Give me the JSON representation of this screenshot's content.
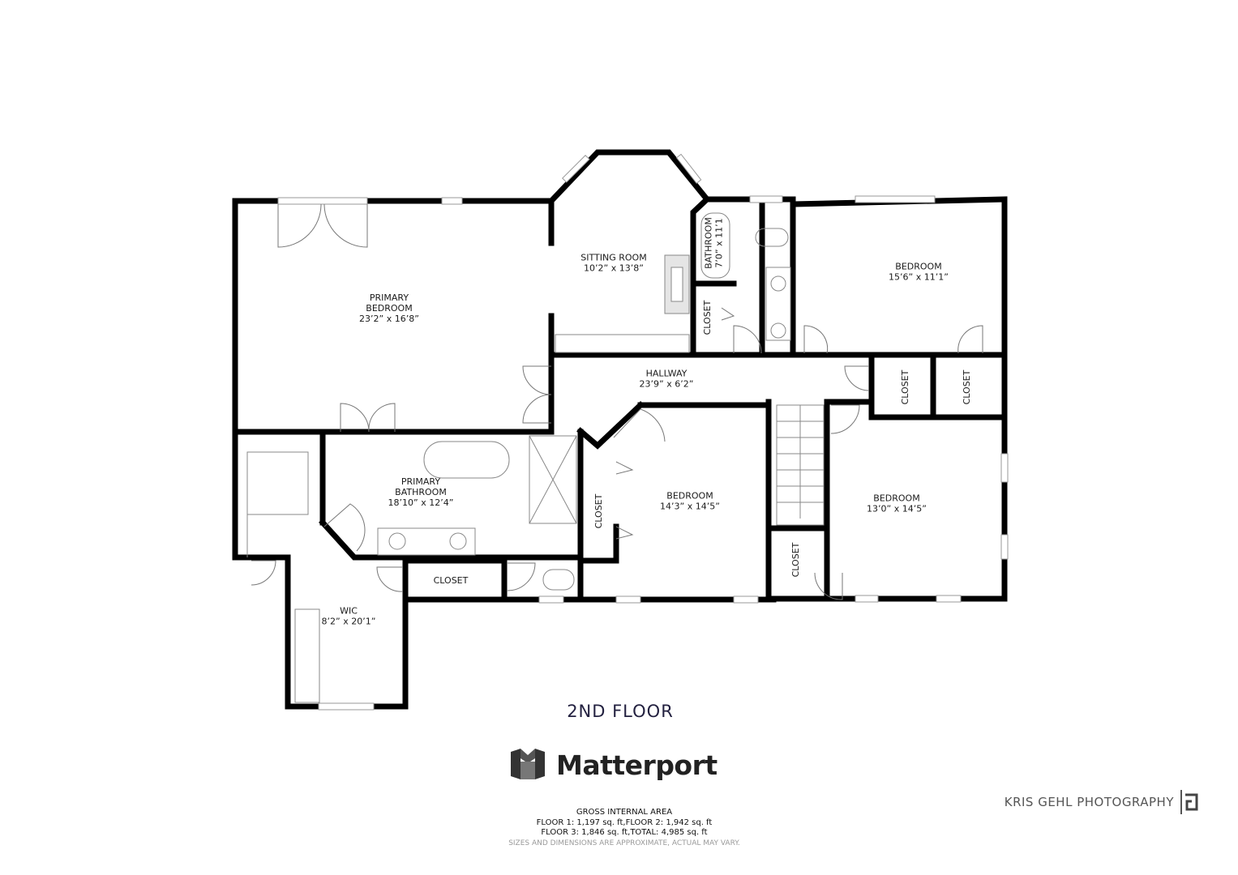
{
  "floor_title": "2ND FLOOR",
  "brand": {
    "name": "Matterport",
    "icon": "matterport-logo-icon"
  },
  "rooms": [
    {
      "id": "primary-bedroom",
      "name": [
        "PRIMARY",
        "BEDROOM"
      ],
      "dims": "23’2” x 16’8”"
    },
    {
      "id": "sitting-room",
      "name": [
        "SITTING ROOM"
      ],
      "dims": "10’2” x 13’8”"
    },
    {
      "id": "bathroom-small",
      "name": [
        "BATHROOM"
      ],
      "dims": "7’0” x 11’1"
    },
    {
      "id": "closet-a",
      "name": [
        "CLOSET"
      ],
      "dims": ""
    },
    {
      "id": "bedroom-ne",
      "name": [
        "BEDROOM"
      ],
      "dims": "15’6” x 11’1”"
    },
    {
      "id": "hallway",
      "name": [
        "HALLWAY"
      ],
      "dims": "23’9” x 6’2”"
    },
    {
      "id": "closet-b",
      "name": [
        "CLOSET"
      ],
      "dims": ""
    },
    {
      "id": "closet-c",
      "name": [
        "CLOSET"
      ],
      "dims": ""
    },
    {
      "id": "primary-bathroom",
      "name": [
        "PRIMARY",
        "BATHROOM"
      ],
      "dims": "18’10” x 12’4”"
    },
    {
      "id": "closet-d",
      "name": [
        "CLOSET"
      ],
      "dims": ""
    },
    {
      "id": "bedroom-center",
      "name": [
        "BEDROOM"
      ],
      "dims": "14’3” x 14’5”"
    },
    {
      "id": "bedroom-se",
      "name": [
        "BEDROOM"
      ],
      "dims": "13’0” x 14’5”"
    },
    {
      "id": "closet-e",
      "name": [
        "CLOSET"
      ],
      "dims": ""
    },
    {
      "id": "closet-f",
      "name": [
        "CLOSET"
      ],
      "dims": ""
    },
    {
      "id": "wic",
      "name": [
        "WIC"
      ],
      "dims": "8’2” x 20’1”"
    }
  ],
  "area": {
    "heading": "GROSS INTERNAL AREA",
    "line1": "FLOOR 1: 1,197 sq. ft,FLOOR 2: 1,942 sq. ft",
    "line2": "FLOOR 3: 1,846 sq. ft,TOTAL: 4,985 sq. ft",
    "note": "SIZES AND DIMENSIONS ARE APPROXIMATE, ACTUAL MAY VARY."
  },
  "photographer": {
    "name": "KRIS GEHL PHOTOGRAPHY",
    "icon": "kg-monogram-icon"
  },
  "colors": {
    "wall": "#000000",
    "title": "#232140",
    "window": "#ffffff",
    "fixture": "#888888"
  }
}
